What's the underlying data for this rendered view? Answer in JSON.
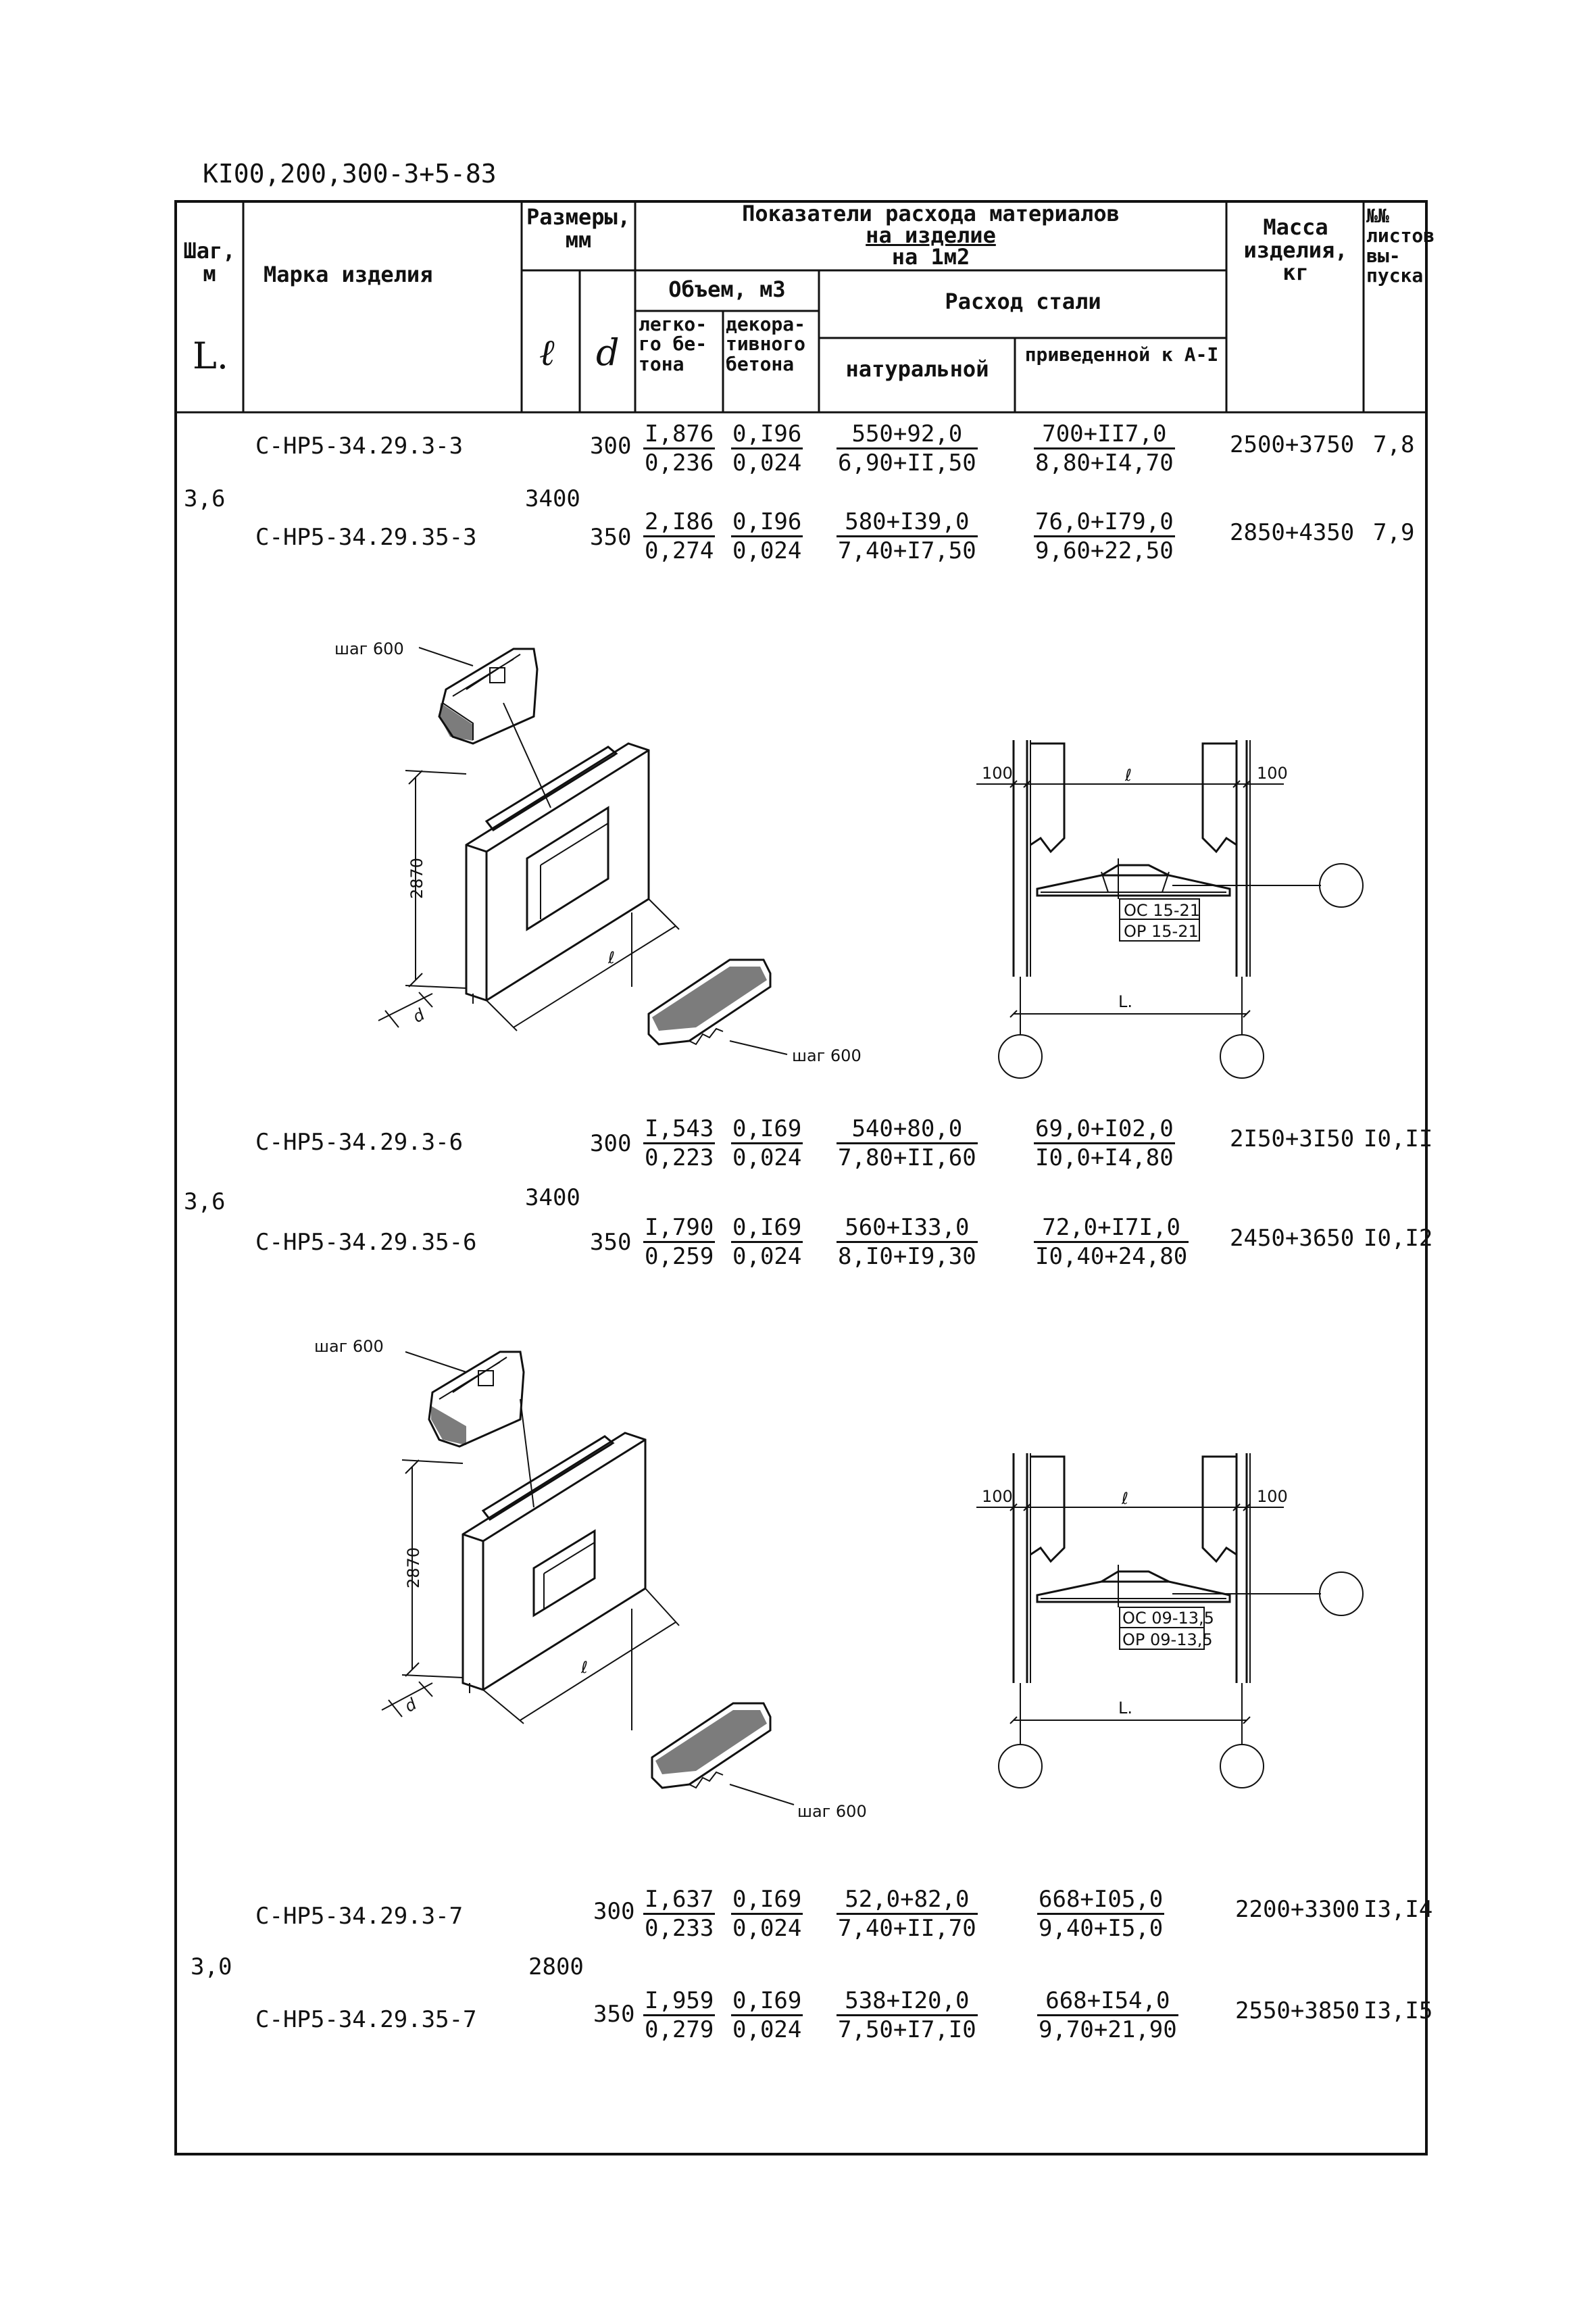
{
  "doc_code": "KI00,200,300-3+5-83",
  "header": {
    "step": "Шаг, м",
    "step_symbol": "L.",
    "mark": "Марка изделия",
    "sizes": "Размеры, мм",
    "size_l": "ℓ",
    "size_d": "d",
    "consumption": "Показатели расхода материалов",
    "per_item": "на изделие",
    "per_m2": "на 1м2",
    "volume": "Объем, м3",
    "light_concrete": "легко-го бе-тона",
    "decor_concrete": "декора-тивного бетона",
    "steel": "Расход стали",
    "steel_natural": "натуральной",
    "steel_reduced": "приведенной к А-I",
    "mass": "Масса изделия, кг",
    "sheets": "№№ листов вы-пуска"
  },
  "groups": [
    {
      "step": "3,6",
      "length": "3400",
      "rows": [
        {
          "mark": "С-НР5-34.29.3-3",
          "d": "300",
          "lc_top": "I,876",
          "lc_bot": "0,236",
          "dc_top": "0,I96",
          "dc_bot": "0,024",
          "nat_top": "550+92,0",
          "nat_bot": "6,90+II,50",
          "red_top": "700+II7,0",
          "red_bot": "8,80+I4,70",
          "mass": "2500+3750",
          "sheet": "7,8"
        },
        {
          "mark": "С-НР5-34.29.35-3",
          "d": "350",
          "lc_top": "2,I86",
          "lc_bot": "0,274",
          "dc_top": "0,I96",
          "dc_bot": "0,024",
          "nat_top": "580+I39,0",
          "nat_bot": "7,40+I7,50",
          "red_top": "76,0+I79,0",
          "red_bot": "9,60+22,50",
          "mass": "2850+4350",
          "sheet": "7,9"
        }
      ]
    },
    {
      "step": "3,6",
      "length": "3400",
      "rows": [
        {
          "mark": "С-НР5-34.29.3-6",
          "d": "300",
          "lc_top": "I,543",
          "lc_bot": "0,223",
          "dc_top": "0,I69",
          "dc_bot": "0,024",
          "nat_top": "540+80,0",
          "nat_bot": "7,80+II,60",
          "red_top": "69,0+I02,0",
          "red_bot": "I0,0+I4,80",
          "mass": "2I50+3I50",
          "sheet": "I0,II"
        },
        {
          "mark": "С-НР5-34.29.35-6",
          "d": "350",
          "lc_top": "I,790",
          "lc_bot": "0,259",
          "dc_top": "0,I69",
          "dc_bot": "0,024",
          "nat_top": "560+I33,0",
          "nat_bot": "8,I0+I9,30",
          "red_top": "72,0+I7I,0",
          "red_bot": "I0,40+24,80",
          "mass": "2450+3650",
          "sheet": "I0,I2"
        }
      ]
    },
    {
      "step": "3,0",
      "length": "2800",
      "rows": [
        {
          "mark": "С-НР5-34.29.3-7",
          "d": "300",
          "lc_top": "I,637",
          "lc_bot": "0,233",
          "dc_top": "0,I69",
          "dc_bot": "0,024",
          "nat_top": "52,0+82,0",
          "nat_bot": "7,40+II,70",
          "red_top": "668+I05,0",
          "red_bot": "9,40+I5,0",
          "mass": "2200+3300",
          "sheet": "I3,I4"
        },
        {
          "mark": "С-НР5-34.29.35-7",
          "d": "350",
          "lc_top": "I,959",
          "lc_bot": "0,279",
          "dc_top": "0,I69",
          "dc_bot": "0,024",
          "nat_top": "538+I20,0",
          "nat_bot": "7,50+I7,I0",
          "red_top": "668+I54,0",
          "red_bot": "9,70+21,90",
          "mass": "2550+3850",
          "sheet": "I3,I5"
        }
      ]
    }
  ],
  "drawings": {
    "step_label": "шаг 600",
    "height_dim": "2870",
    "l_symbol": "ℓ",
    "d_symbol": "d",
    "L_symbol": "L.",
    "edge_dim": "100",
    "fig1_tags": [
      "ОС 15-21",
      "ОР 15-21"
    ],
    "fig2_tags": [
      "ОС 09-13,5",
      "ОР 09-13,5"
    ]
  }
}
